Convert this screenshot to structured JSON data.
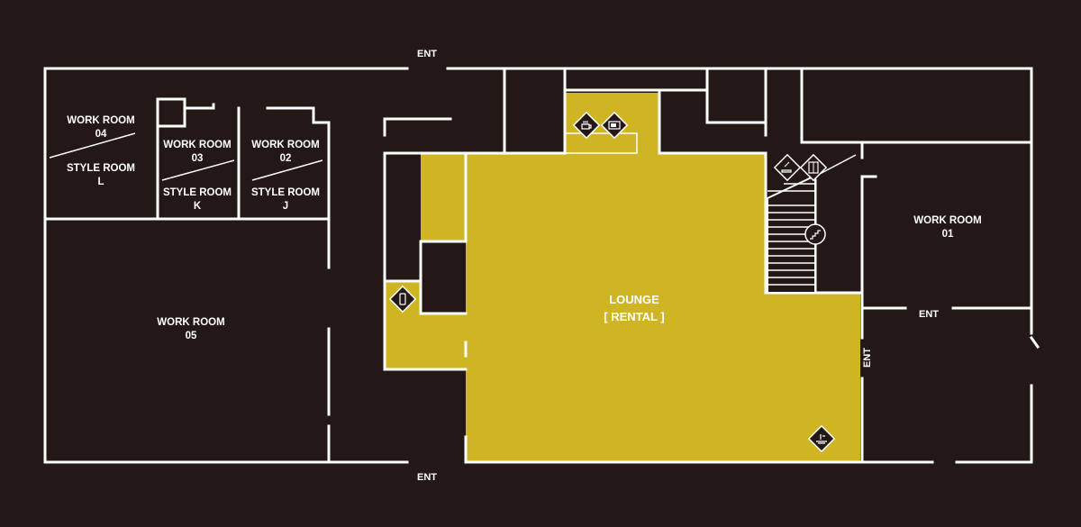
{
  "colors": {
    "background": "#231815",
    "walls": "#ffffff",
    "highlight": "#cfb524"
  },
  "rooms": {
    "work_room_04": {
      "line1": "WORK ROOM",
      "line2": "04"
    },
    "style_room_l": {
      "line1": "STYLE ROOM",
      "line2": "L"
    },
    "work_room_03": {
      "line1": "WORK ROOM",
      "line2": "03"
    },
    "style_room_k": {
      "line1": "STYLE ROOM",
      "line2": "K"
    },
    "work_room_02": {
      "line1": "WORK ROOM",
      "line2": "02"
    },
    "style_room_j": {
      "line1": "STYLE ROOM",
      "line2": "J"
    },
    "work_room_05": {
      "line1": "WORK ROOM",
      "line2": "05"
    },
    "work_room_01": {
      "line1": "WORK ROOM",
      "line2": "01"
    },
    "lounge": {
      "line1": "LOUNGE",
      "line2": "[ RENTAL ]"
    }
  },
  "entrances": {
    "top": "ENT",
    "bottom": "ENT",
    "right": "ENT",
    "lounge_side": "ENT"
  },
  "icons": [
    "coffee-icon",
    "microwave-icon",
    "smoking-area-icon",
    "elevator-icon",
    "stairs-icon",
    "phone-icon",
    "washroom-icon"
  ]
}
